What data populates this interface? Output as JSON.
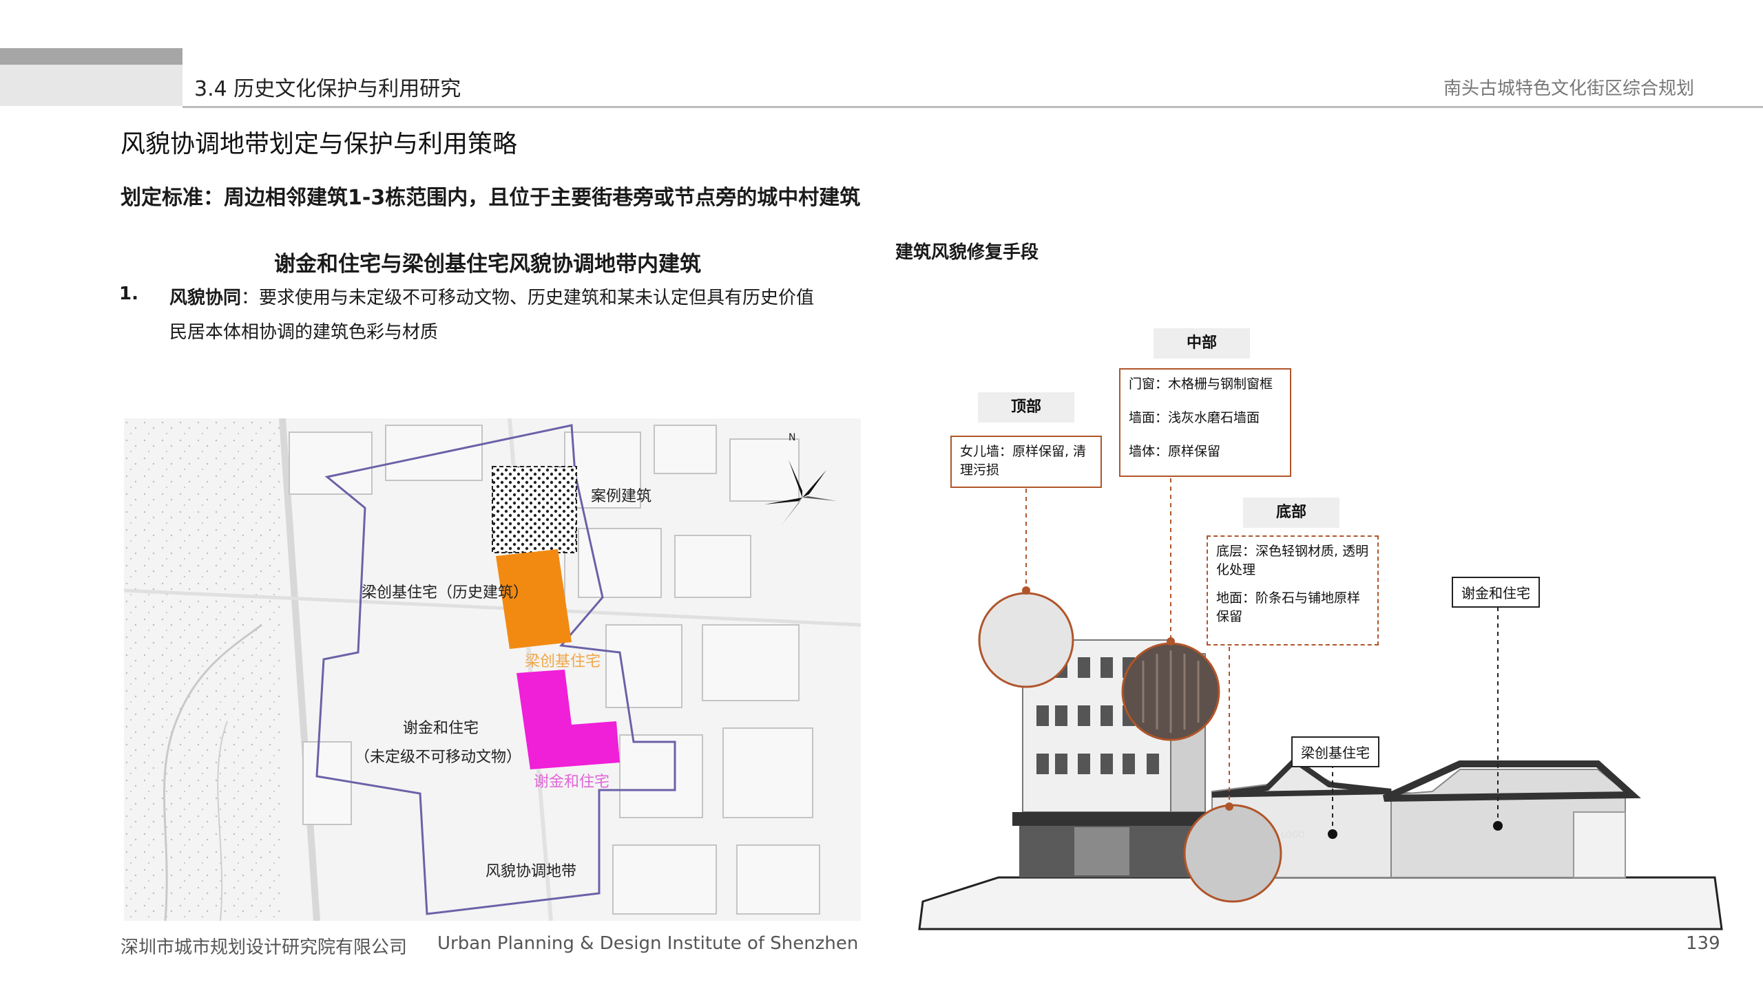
{
  "header": {
    "section": "3.4 历史文化保护与利用研究",
    "project": "南头古城特色文化街区综合规划"
  },
  "title": "风貌协调地带划定与保护与利用策略",
  "criteria": "划定标准：周边相邻建筑1-3栋范围内，且位于主要街巷旁或节点旁的城中村建筑",
  "left_section": {
    "heading": "谢金和住宅与梁创基住宅风貌协调地带内建筑",
    "point": {
      "number": "1.",
      "keyword": "风貌协同",
      "line1": "：要求使用与未定级不可移动文物、历史建筑和某未认定但具有历史价值",
      "line2": "民居本体相协调的建筑色彩与材质"
    }
  },
  "map": {
    "case_building": "案例建筑",
    "liang_label": "梁创基住宅（历史建筑）",
    "liang_name": "梁创基住宅",
    "xie_label": "谢金和住宅",
    "xie_sub": "（未定级不可移动文物）",
    "xie_name": "谢金和住宅",
    "zone_label": "风貌协调地带",
    "north": "N",
    "colors": {
      "liang": "#f28a12",
      "xie": "#f01fd8",
      "case_hatch": "#222222",
      "boundary": "#6a62a8"
    }
  },
  "elevation": {
    "heading": "建筑风貌修复手段",
    "top_tag": "顶部",
    "top_text": "女儿墙：原样保留, 清理污损",
    "mid_tag": "中部",
    "mid_items": [
      "门窗：木格栅与钢制窗框",
      "墙面：浅灰水磨石墙面",
      "墙体：原样保留"
    ],
    "bottom_tag": "底部",
    "bottom_items": [
      "底层：深色轻钢材质, 透明化处理",
      "地面：阶条石与铺地原样保留"
    ],
    "label_xie": "谢金和住宅",
    "label_liang": "梁创基住宅",
    "logo_text": "LOGO",
    "accent": "#b0552a"
  },
  "footer": {
    "org_cn": "深圳市城市规划设计研究院有限公司",
    "org_en": "Urban Planning & Design Institute of Shenzhen",
    "page": "139"
  }
}
